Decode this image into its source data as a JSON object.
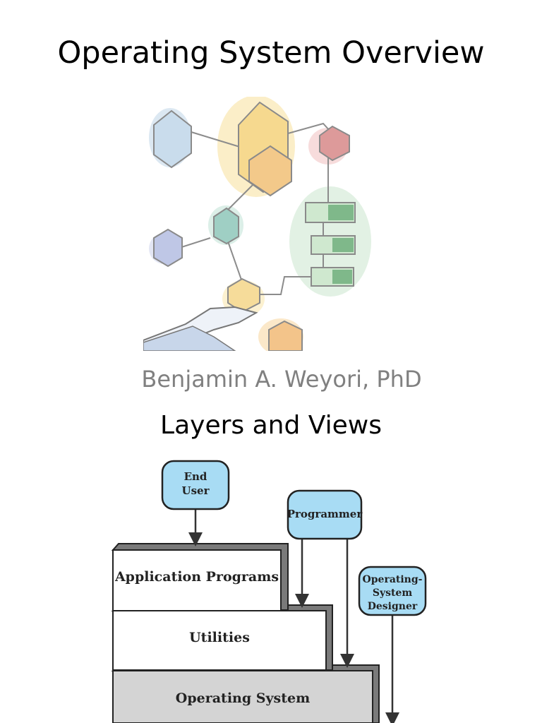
{
  "slide": {
    "title": "Operating System Overview",
    "author": "Benjamin A. Weyori, PhD",
    "section_title": "Layers and Views"
  },
  "diagram": {
    "roles": {
      "end_user": [
        "End",
        "User"
      ],
      "programmer": [
        "Programmer"
      ],
      "os_designer": [
        "Operating-",
        "System",
        "Designer"
      ]
    },
    "layers": {
      "application_programs": "Application Programs",
      "utilities": "Utilities",
      "operating_system": "Operating System"
    },
    "colors": {
      "role_fill": "#a8dcf4",
      "layer_fill": "#ffffff",
      "os_layer_fill": "#d4d4d4",
      "layer_shadow": "#7a7a7a"
    }
  },
  "illustration": {
    "icon": "network-clipart-icon"
  }
}
